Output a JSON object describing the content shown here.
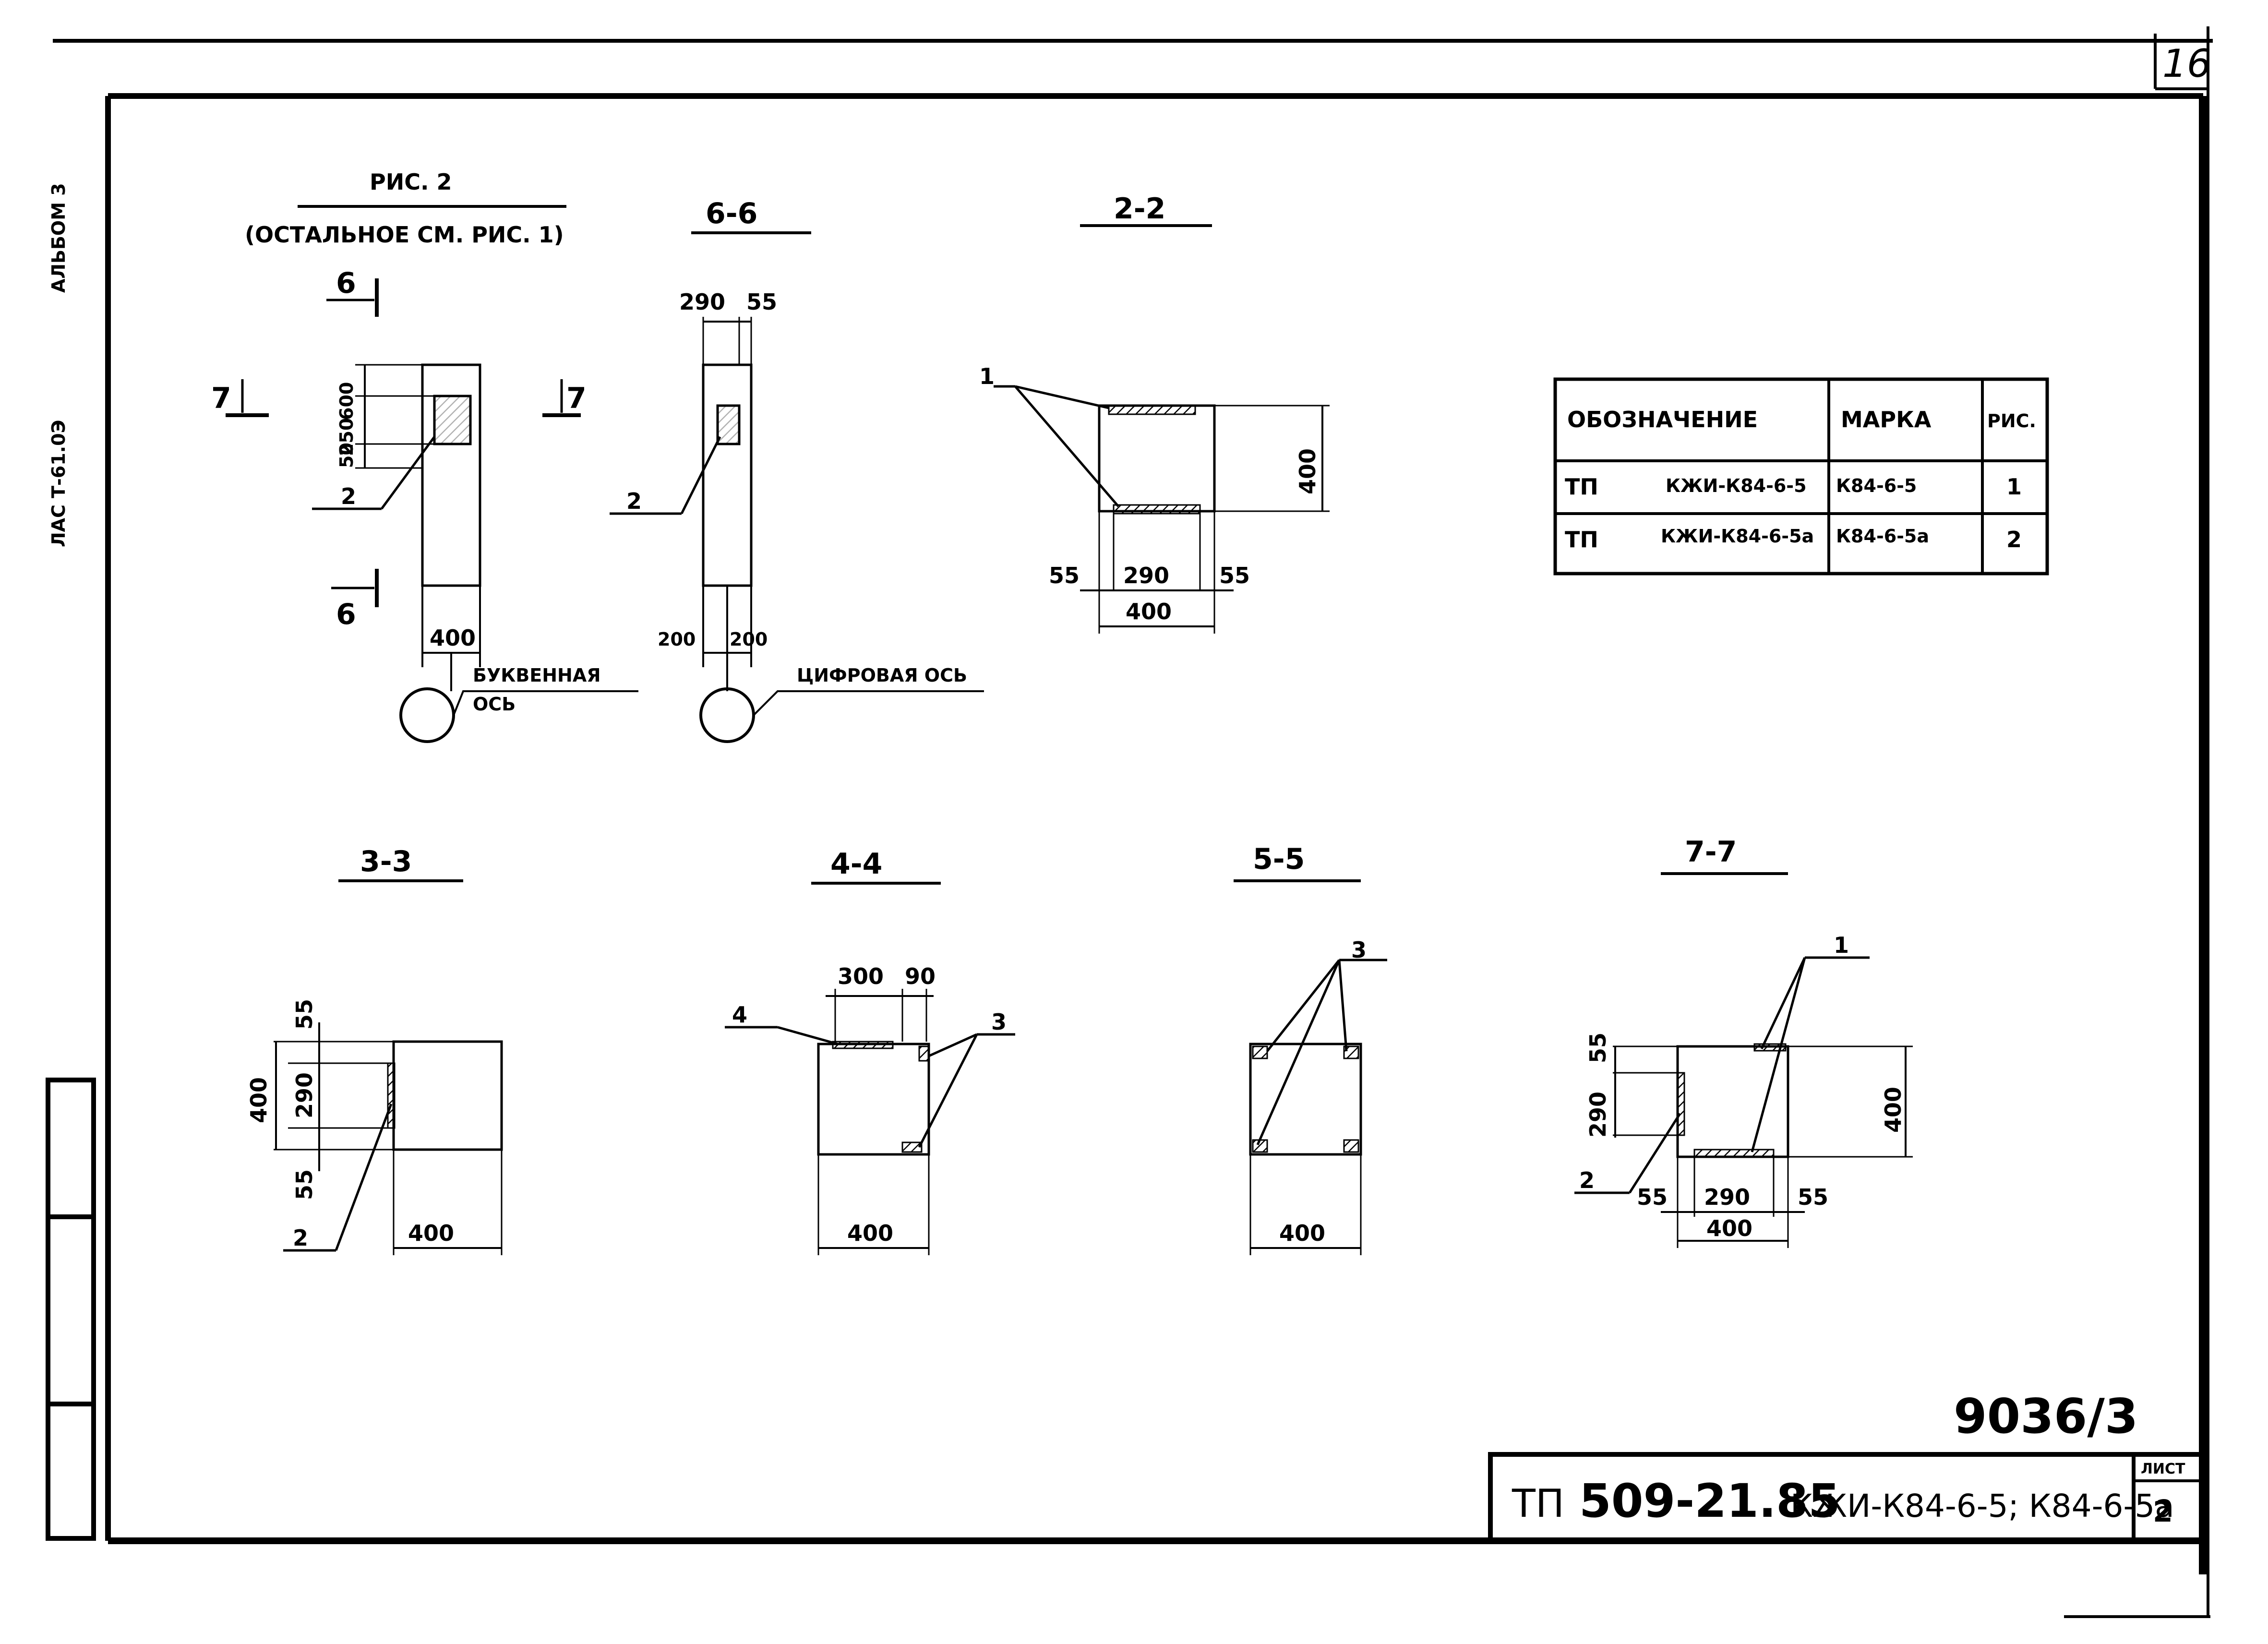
{
  "sheet": {
    "page_number": "16",
    "archive_number": "9036/3",
    "side_label_album": "АЛЬБОМ 3",
    "side_label_code": "ЛАС Т-61.0Э"
  },
  "figure": {
    "title": "РИС. 2",
    "subtitle": "(ОСТАЛЬНОЕ СМ. РИС. 1)"
  },
  "views": {
    "plan": {
      "cut_6": "6",
      "cut_7": "7",
      "dim_600": "600",
      "dim_250": "250",
      "dim_50": "50",
      "dim_400": "400",
      "callout_2": "2",
      "axis_label_line1": "БУКВЕННАЯ",
      "axis_label_line2": "ОСЬ"
    },
    "section_6_6": {
      "title": "6-6",
      "dim_290": "290",
      "dim_55": "55",
      "dim_200a": "200",
      "dim_200b": "200",
      "callout_2": "2",
      "axis_label": "ЦИФРОВАЯ ОСЬ"
    },
    "section_2_2": {
      "title": "2-2",
      "callout_1": "1",
      "dim_400_v": "400",
      "dim_55a": "55",
      "dim_290": "290",
      "dim_55b": "55",
      "dim_400_h": "400"
    },
    "section_3_3": {
      "title": "3-3",
      "dim_400_v": "400",
      "dim_55a": "55",
      "dim_290": "290",
      "dim_55b": "55",
      "dim_400_h": "400",
      "callout_2": "2"
    },
    "section_4_4": {
      "title": "4-4",
      "dim_300": "300",
      "dim_90": "90",
      "callout_4": "4",
      "callout_3": "3",
      "dim_400_h": "400"
    },
    "section_5_5": {
      "title": "5-5",
      "callout_3": "3",
      "dim_400_h": "400"
    },
    "section_7_7": {
      "title": "7-7",
      "callout_1": "1",
      "callout_2": "2",
      "dim_55v": "55",
      "dim_290v": "290",
      "dim_400_v": "400",
      "dim_55a": "55",
      "dim_290": "290",
      "dim_55b": "55",
      "dim_400_h": "400"
    }
  },
  "table": {
    "headers": [
      "ОБОЗНАЧЕНИЕ",
      "МАРКА",
      "РИС."
    ],
    "rows": [
      {
        "prefix": "ТП",
        "designation": "КЖИ-К84-6-5",
        "mark": "К84-6-5",
        "fig": "1"
      },
      {
        "prefix": "ТП",
        "designation": "КЖИ-К84-6-5а",
        "mark": "К84-6-5а",
        "fig": "2"
      }
    ]
  },
  "title_block": {
    "code_prefix": "ТП",
    "code_number": "509-21.85",
    "description": "КЖИ-К84-6-5; К84-6-5а",
    "sheet_label": "ЛИСТ",
    "sheet_number": "2"
  }
}
